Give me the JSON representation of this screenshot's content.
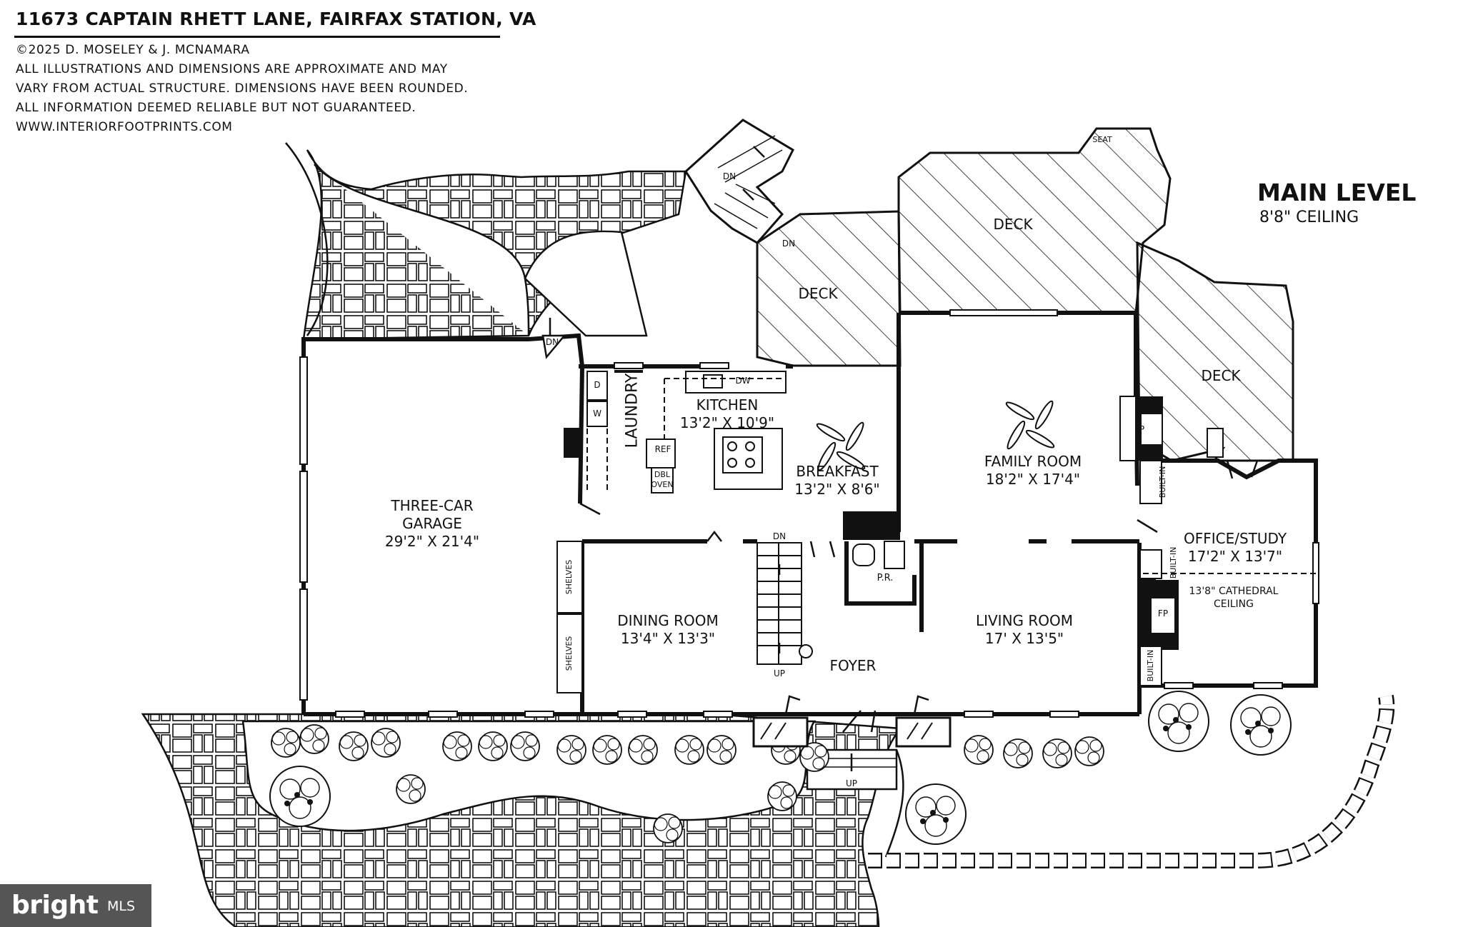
{
  "header": {
    "address": "11673 CAPTAIN RHETT LANE, FAIRFAX STATION, VA",
    "copyright": "©2025 D. MOSELEY & J. MCNAMARA",
    "disclaimer_1": "ALL ILLUSTRATIONS AND DIMENSIONS ARE APPROXIMATE AND MAY",
    "disclaimer_2": "VARY FROM ACTUAL STRUCTURE. DIMENSIONS HAVE BEEN ROUNDED.",
    "disclaimer_3": "ALL INFORMATION DEEMED RELIABLE BUT NOT GUARANTEED.",
    "website": "WWW.INTERIORFOOTPRINTS.COM"
  },
  "level": {
    "title": "MAIN LEVEL",
    "ceiling": "8'8\" CEILING"
  },
  "rooms": {
    "garage": {
      "name_1": "THREE-CAR",
      "name_2": "GARAGE",
      "dims": "29'2\" X 21'4\""
    },
    "kitchen": {
      "name": "KITCHEN",
      "dims": "13'2\" X 10'9\""
    },
    "breakfast": {
      "name": "BREAKFAST",
      "dims": "13'2\" X 8'6\""
    },
    "family": {
      "name": "FAMILY ROOM",
      "dims": "18'2\" X 17'4\""
    },
    "dining": {
      "name": "DINING ROOM",
      "dims": "13'4\" X 13'3\""
    },
    "living": {
      "name": "LIVING ROOM",
      "dims": "17' X 13'5\""
    },
    "foyer": {
      "name": "FOYER"
    },
    "office": {
      "name": "OFFICE/STUDY",
      "dims": "17'2\" X 13'7\"",
      "note_1": "13'8\" CATHEDRAL",
      "note_2": "CEILING"
    },
    "powder": {
      "name": "P.R."
    },
    "laundry": {
      "name": "LAUNDRY"
    }
  },
  "decks": [
    "DECK",
    "DECK",
    "DECK"
  ],
  "fixtures": {
    "dryer": "D",
    "washer": "W",
    "refrigerator": "REF",
    "dishwasher": "DW",
    "double_oven_1": "DBL",
    "double_oven_2": "OVEN",
    "fireplace_family": "FP",
    "fireplace_office": "FP",
    "built_in_1": "BUILT-IN",
    "built_in_2": "BUILT-IN",
    "built_in_3_a": "BUILT-",
    "built_in_3_b": "IN",
    "shelves_1": "SHELVES",
    "shelves_2": "SHELVES",
    "seat": "SEAT"
  },
  "stairs": {
    "dn_top_stair": "DN",
    "dn_deck": "DN",
    "dn_garage": "DN",
    "dn_interior": "DN",
    "up_interior": "UP",
    "up_entry": "UP"
  },
  "branding": {
    "logo_word": "bright",
    "logo_mls": "MLS",
    "color_logo_bg": "#555555"
  }
}
